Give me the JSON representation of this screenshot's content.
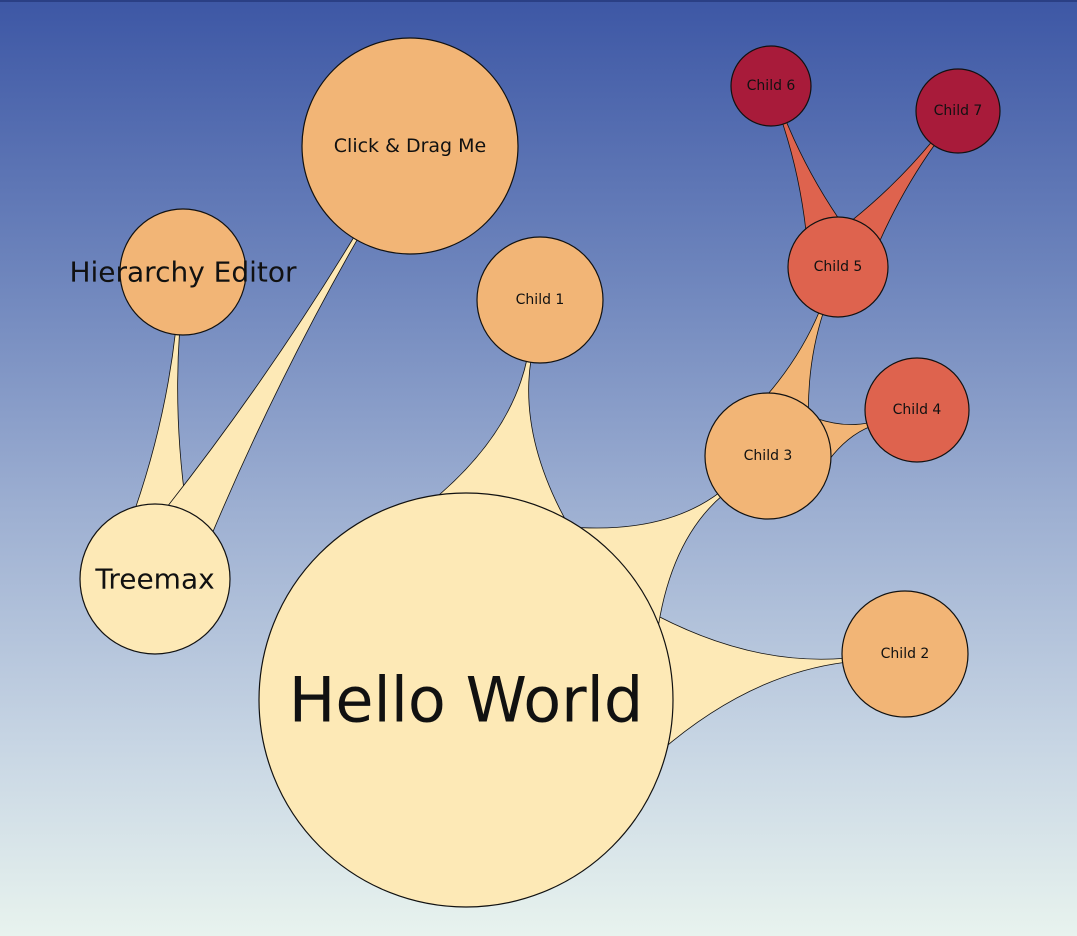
{
  "colors": {
    "level0": "#fde9b6",
    "level1": "#f2b576",
    "level2": "#de634e",
    "level3": "#a81b3a",
    "background_top": "#3d57a5",
    "background_bottom": "#e8f3ee"
  },
  "trees": [
    {
      "id": "treemax",
      "label": "Treemax",
      "level": 0,
      "children": [
        {
          "id": "hierarchy-editor",
          "label": "Hierarchy Editor",
          "level": 1,
          "children": []
        },
        {
          "id": "click-drag-me",
          "label": "Click & Drag Me",
          "level": 1,
          "children": []
        }
      ]
    },
    {
      "id": "hello-world",
      "label": "Hello World",
      "level": 0,
      "children": [
        {
          "id": "child-1",
          "label": "Child 1",
          "level": 1,
          "children": []
        },
        {
          "id": "child-2",
          "label": "Child 2",
          "level": 1,
          "children": []
        },
        {
          "id": "child-3",
          "label": "Child 3",
          "level": 1,
          "children": [
            {
              "id": "child-4",
              "label": "Child 4",
              "level": 2,
              "children": []
            },
            {
              "id": "child-5",
              "label": "Child 5",
              "level": 2,
              "children": [
                {
                  "id": "child-6",
                  "label": "Child 6",
                  "level": 3,
                  "children": []
                },
                {
                  "id": "child-7",
                  "label": "Child 7",
                  "level": 3,
                  "children": []
                }
              ]
            }
          ]
        }
      ]
    }
  ]
}
